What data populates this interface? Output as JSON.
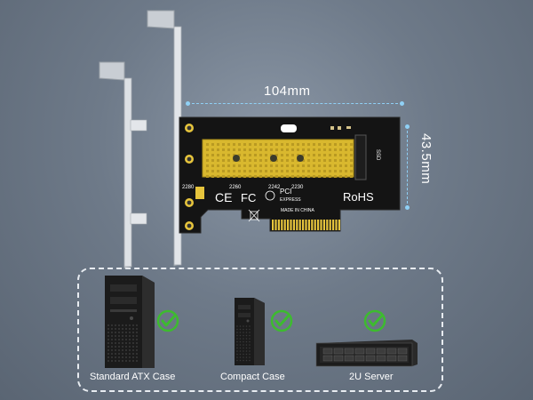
{
  "dimensions": {
    "width_label": "104mm",
    "height_label": "43.5mm"
  },
  "card": {
    "size_labels": [
      "2280",
      "2260",
      "2242",
      "2230"
    ],
    "pci_text": "PCI",
    "express_text": "EXPRESS",
    "made_in": "MADE IN CHINA",
    "rohs": "RoHS",
    "fc": "FC",
    "ssd_label": "SSD"
  },
  "compatibility": {
    "items": [
      {
        "label": "Standard ATX Case",
        "icon": "tower-case-icon"
      },
      {
        "label": "Compact Case",
        "icon": "compact-case-icon"
      },
      {
        "label": "2U Server",
        "icon": "rack-server-icon"
      }
    ],
    "check_color": "#3dbb2f"
  },
  "colors": {
    "background": "#6e7a89",
    "dimension_line": "#8fd0f5",
    "pcb": "#141414",
    "gold": "#e6c43c"
  }
}
